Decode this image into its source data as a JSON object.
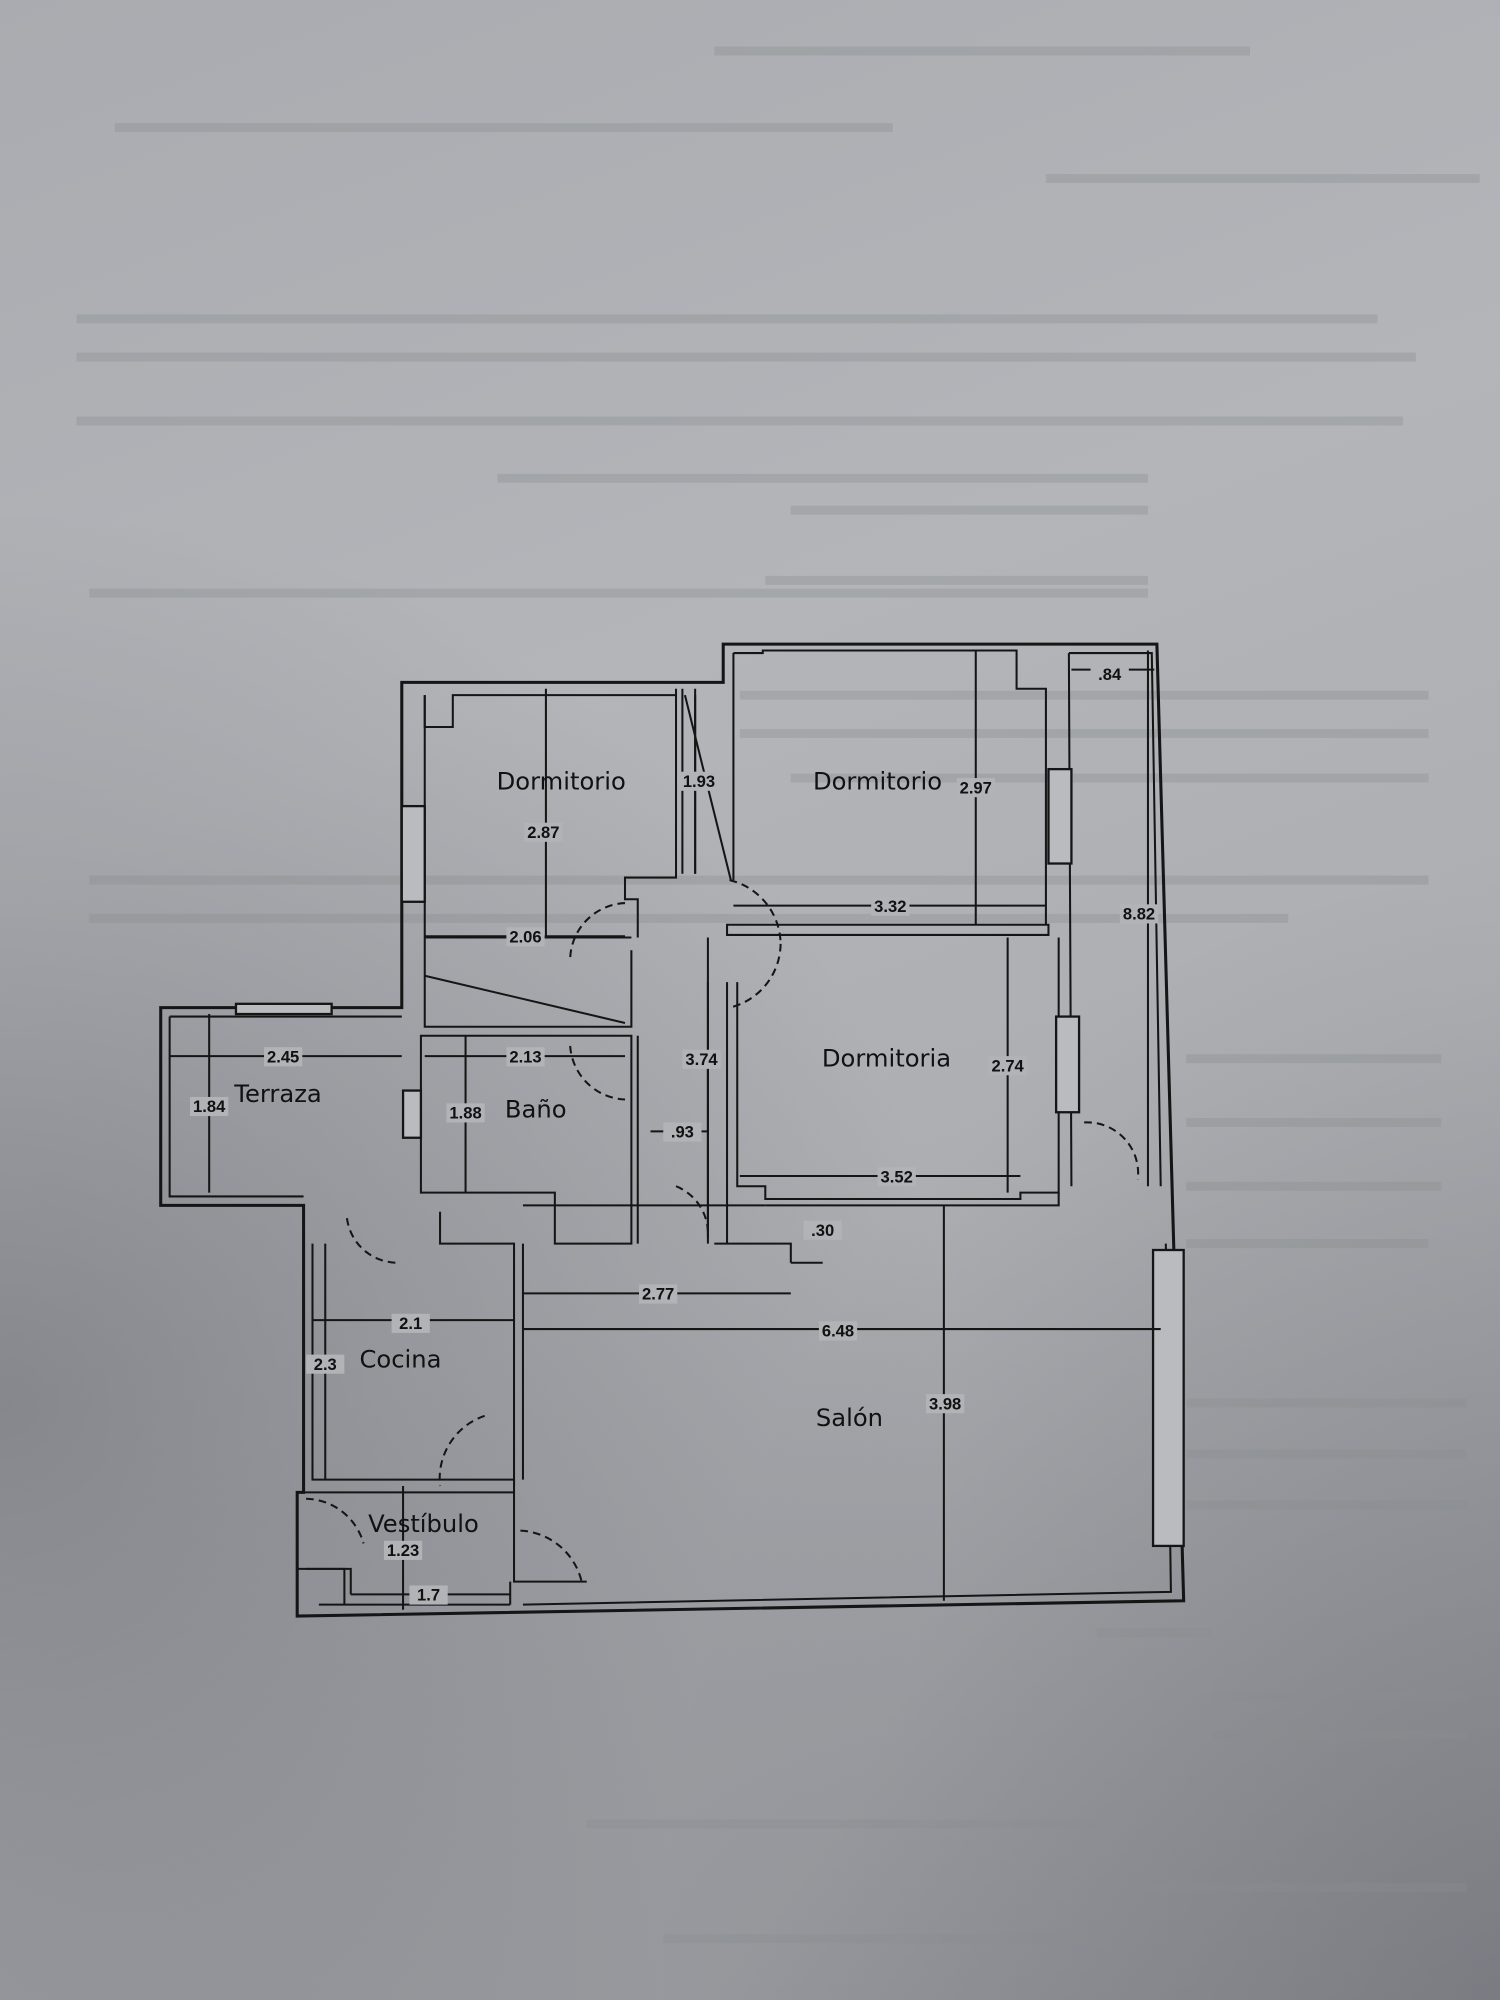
{
  "document": {
    "type": "floor plan",
    "line_color": "#151515",
    "paper_color": "#b1b3b7"
  },
  "rooms": [
    {
      "label": "Dormitorio"
    },
    {
      "label": "Dormitorio"
    },
    {
      "label": "Dormitoria"
    },
    {
      "label": "Terraza"
    },
    {
      "label": "Baño"
    },
    {
      "label": "Cocina"
    },
    {
      "label": "Salón"
    },
    {
      "label": "Vestíbulo"
    }
  ],
  "dimensions": [
    {
      "label": "2.87"
    },
    {
      "label": "1.93"
    },
    {
      "label": "2.97"
    },
    {
      "label": ".84"
    },
    {
      "label": "3.32"
    },
    {
      "label": "8.82"
    },
    {
      "label": "2.06"
    },
    {
      "label": "2.13"
    },
    {
      "label": "3.74"
    },
    {
      "label": "2.74"
    },
    {
      "label": "1.88"
    },
    {
      "label": ".93"
    },
    {
      "label": "3.52"
    },
    {
      "label": "2.45"
    },
    {
      "label": "1.84"
    },
    {
      "label": ".30"
    },
    {
      "label": "2.77"
    },
    {
      "label": "6.48"
    },
    {
      "label": "3.98"
    },
    {
      "label": "2.1"
    },
    {
      "label": "2.3"
    },
    {
      "label": "1.23"
    },
    {
      "label": "1.7"
    }
  ]
}
